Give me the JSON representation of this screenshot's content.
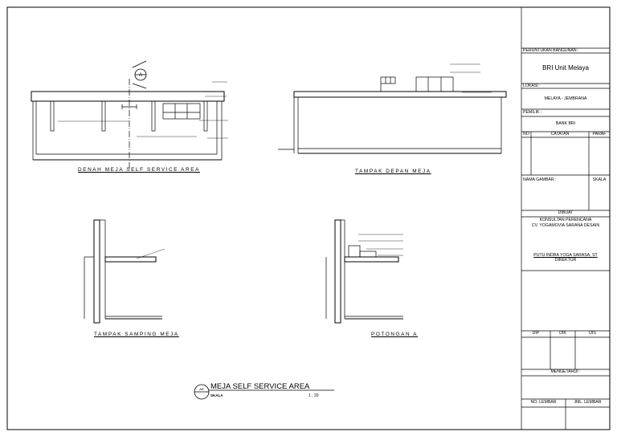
{
  "title_block": {
    "peruntukan_label": "PERUNTUKAN BANGUNAN :",
    "building_name": "BRI Unit Melaya",
    "lokasi_label": "LOKASI :",
    "lokasi_value": "MELAYA - JEMBRANA",
    "pemilik_label": "PEMILIK :",
    "pemilik_value": "BANK BRI",
    "col_no": "NO",
    "col_catatan": "CATATAN",
    "col_paraf": "PARAF",
    "nama_gambar_label": "NAMA GAMBAR :",
    "skala_label": "SKALA",
    "dibuat_label": "DIBUAT",
    "consultant_line1": "KONSULTAN PERENCANA",
    "consultant_line2": "CV. YOGAMOVIA SARANA DESAIN",
    "director_name": "PUTU INDRA YOGA SARASA, ST",
    "director_title": "DIREKTUR",
    "col_dip": "DIP",
    "col_dik": "DIK",
    "col_dis": "DIS",
    "mengetahui_label": "MENGETAHUI :",
    "no_lembar_label": "NO. LEMBAR",
    "jml_lembar_label": "JML. LEMBAR"
  },
  "views": {
    "plan_label": "DENAH MEJA SELF SERVICE AREA",
    "front_label": "TAMPAK DEPAN MEJA",
    "side_label": "TAMPAK SAMPING MEJA",
    "section_label": "POTONGAN A",
    "section_marker": "A"
  },
  "drawing_title": {
    "badge": "AR",
    "title": "MEJA SELF SERVICE AREA",
    "scale_label": "SKALA",
    "scale_value": "1 : 20"
  }
}
